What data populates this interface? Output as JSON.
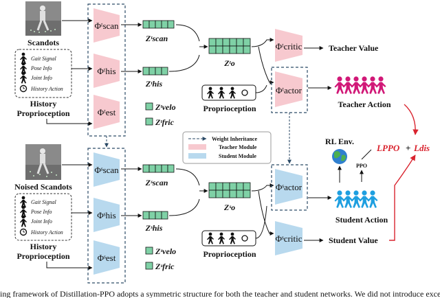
{
  "colors": {
    "teacher": "#f7c9cf",
    "student": "#b8d9ee",
    "token": "#7fd1a6",
    "dashed": "#2b4a66",
    "red": "#d9232e",
    "teacher_fig": "#d11877",
    "student_fig": "#1e9fe0"
  },
  "teacher": {
    "scandots": "Scandots",
    "history_label_1": "History",
    "history_label_2": "Proprioception",
    "history_items": [
      "Gait Signal",
      "Pose Info",
      "Joint Info",
      "History Action"
    ],
    "phi_scan": "Φᵗscan",
    "phi_his": "Φᵗhis",
    "phi_est": "Φᵗest",
    "z_scan": "Zᵗscan",
    "z_his": "Zᵗhis",
    "z_velo": "Zᵗvelo",
    "z_fric": "Zᵗfric",
    "z_o": "Zᵗo",
    "proprioception": "Proprioception",
    "phi_critic": "Φᵗcritic",
    "phi_actor": "Φᵗactor",
    "value": "Teacher Value",
    "action": "Teacher Action"
  },
  "student": {
    "scandots": "Noised Scandots",
    "history_label_1": "History",
    "history_label_2": "Proprioception",
    "history_items": [
      "Gait Signal",
      "Pose Info",
      "Joint Info",
      "History Action"
    ],
    "phi_scan": "Φˢscan",
    "phi_his": "Φˢhis",
    "phi_est": "Φˢest",
    "z_scan": "Zˢscan",
    "z_his": "Zˢhis",
    "z_velo": "Zˢvelo",
    "z_fric": "Zˢfric",
    "z_o": "Zˢo",
    "proprioception": "Proprioception",
    "phi_actor": "Φˢactor",
    "phi_critic": "Φˢcritic",
    "value": "Student Value",
    "action": "Student Action"
  },
  "legend": {
    "weight": "Weight Inheritance",
    "teacher": "Teacher Module",
    "student": "Student Module"
  },
  "rl": {
    "env": "RL Env.",
    "ppo": "PPO",
    "l_ppo": "LPPO",
    "plus": "+",
    "l_dis": "Ldis"
  },
  "caption": "ing framework of  Distillation-PPO adopts a symmetric structure for both the teacher and student networks. We did not introduce excessive privile"
}
